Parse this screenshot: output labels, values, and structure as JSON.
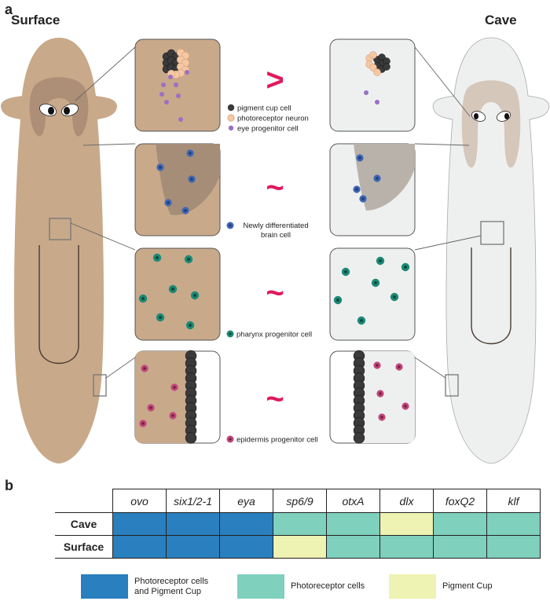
{
  "panel_a": {
    "label": "a",
    "left_title": "Surface",
    "right_title": "Cave",
    "comparisons": [
      ">",
      "~",
      "~",
      "~"
    ],
    "legend": {
      "pigment_cup_cell": "pigment cup cell",
      "photoreceptor_neuron": "photoreceptor neuron",
      "eye_progenitor_cell": "eye progenitor cell",
      "brain_cell_line1": "Newly differentiated",
      "brain_cell_line2": "brain cell",
      "pharynx_progenitor_cell": "pharynx progenitor cell",
      "epidermis_progenitor_cell": "epidermis progenitor cell"
    },
    "colors": {
      "surface_body": "#c8a98a",
      "cave_body": "#eef0f0",
      "brain_region_surface": "#ad8e76",
      "brain_region_cave": "#d6c7bb",
      "pigment_cell": "#3a3a3a",
      "photoreceptor": "#f5c8a4",
      "eye_progenitor": "#9b70c5",
      "brain_cell": "#3e66b4",
      "pharynx_cell": "#1d8a76",
      "epidermis_cell": "#c2457a",
      "comparison_symbol": "#e0195f"
    }
  },
  "panel_b": {
    "label": "b",
    "genes": [
      "ovo",
      "six1/2-1",
      "eya",
      "sp6/9",
      "otxA",
      "dlx",
      "foxQ2",
      "klf"
    ],
    "rows": [
      {
        "name": "Cave",
        "categories": [
          "both",
          "both",
          "both",
          "photoreceptor",
          "photoreceptor",
          "pigment",
          "photoreceptor",
          "photoreceptor"
        ]
      },
      {
        "name": "Surface",
        "categories": [
          "both",
          "both",
          "both",
          "pigment",
          "photoreceptor",
          "photoreceptor",
          "photoreceptor",
          "photoreceptor"
        ]
      }
    ],
    "legend": {
      "both_line1": "Photoreceptor cells",
      "both_line2": "and Pigment Cup",
      "photoreceptor": "Photoreceptor cells",
      "pigment": "Pigment Cup"
    },
    "colors": {
      "both": "#2a7fbe",
      "photoreceptor": "#7fd0bd",
      "pigment": "#eef2b2"
    }
  }
}
